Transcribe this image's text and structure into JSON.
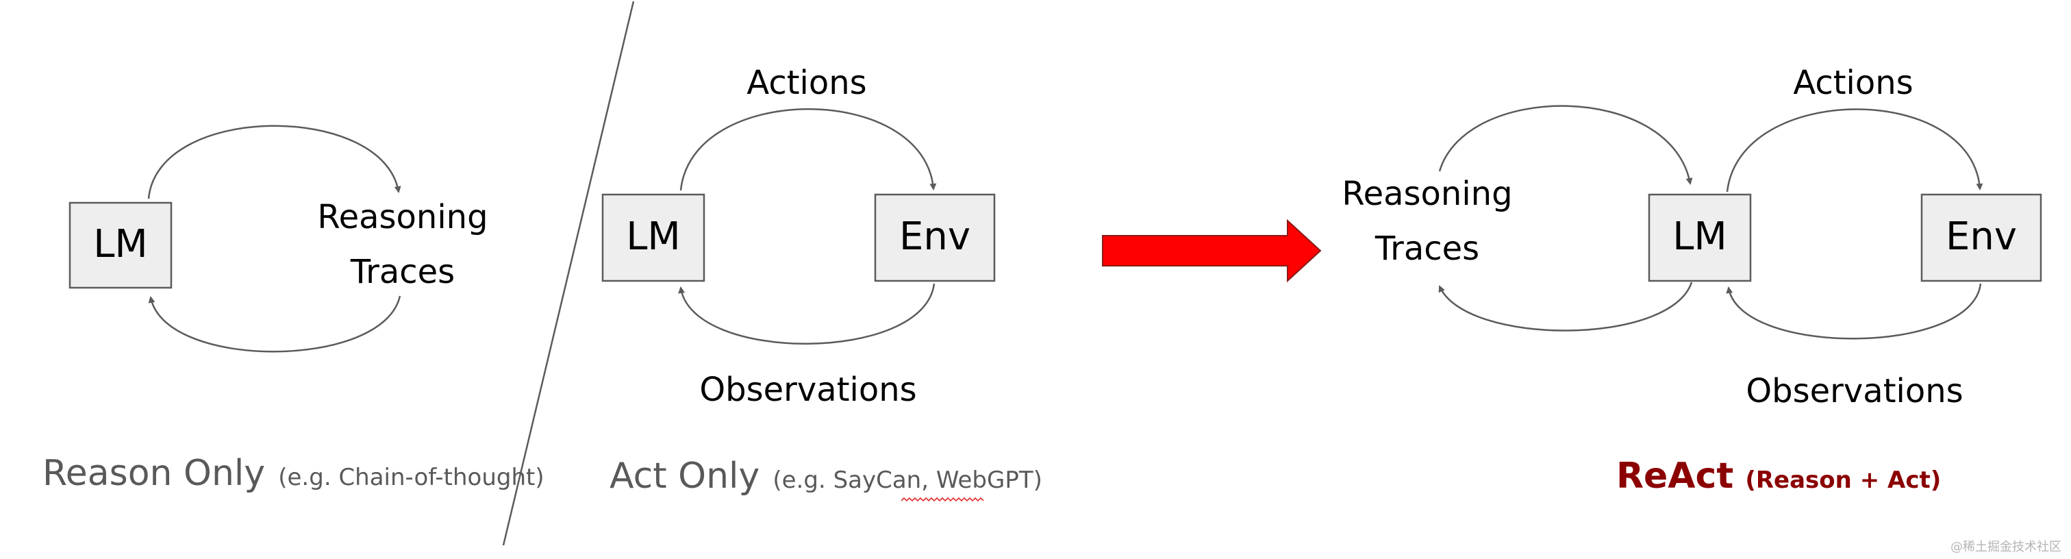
{
  "panels": {
    "reason_only": {
      "lm_label": "LM",
      "reasoning_line1": "Reasoning",
      "reasoning_line2": "Traces",
      "caption_main": "Reason Only",
      "caption_sub": "(e.g. Chain-of-thought)"
    },
    "act_only": {
      "lm_label": "LM",
      "env_label": "Env",
      "actions_label": "Actions",
      "observations_label": "Observations",
      "caption_main": "Act Only",
      "caption_sub_open": "(e.g. SayCan, ",
      "caption_sub_webgpt": "WebGPT",
      "caption_sub_close": ")"
    },
    "react": {
      "reasoning_line1": "Reasoning",
      "reasoning_line2": "Traces",
      "lm_label": "LM",
      "env_label": "Env",
      "actions_label": "Actions",
      "observations_label": "Observations",
      "caption_main": "ReAct",
      "caption_sub": "(Reason + Act)"
    }
  },
  "colors": {
    "box_fill": "#eeeeee",
    "stroke": "#5b5b5b",
    "arrow_red": "#ff0000",
    "react_caption": "#8b0000",
    "caption_gray": "#595959",
    "squiggle_red": "#e03030"
  },
  "watermark": "@稀土掘金技术社区"
}
